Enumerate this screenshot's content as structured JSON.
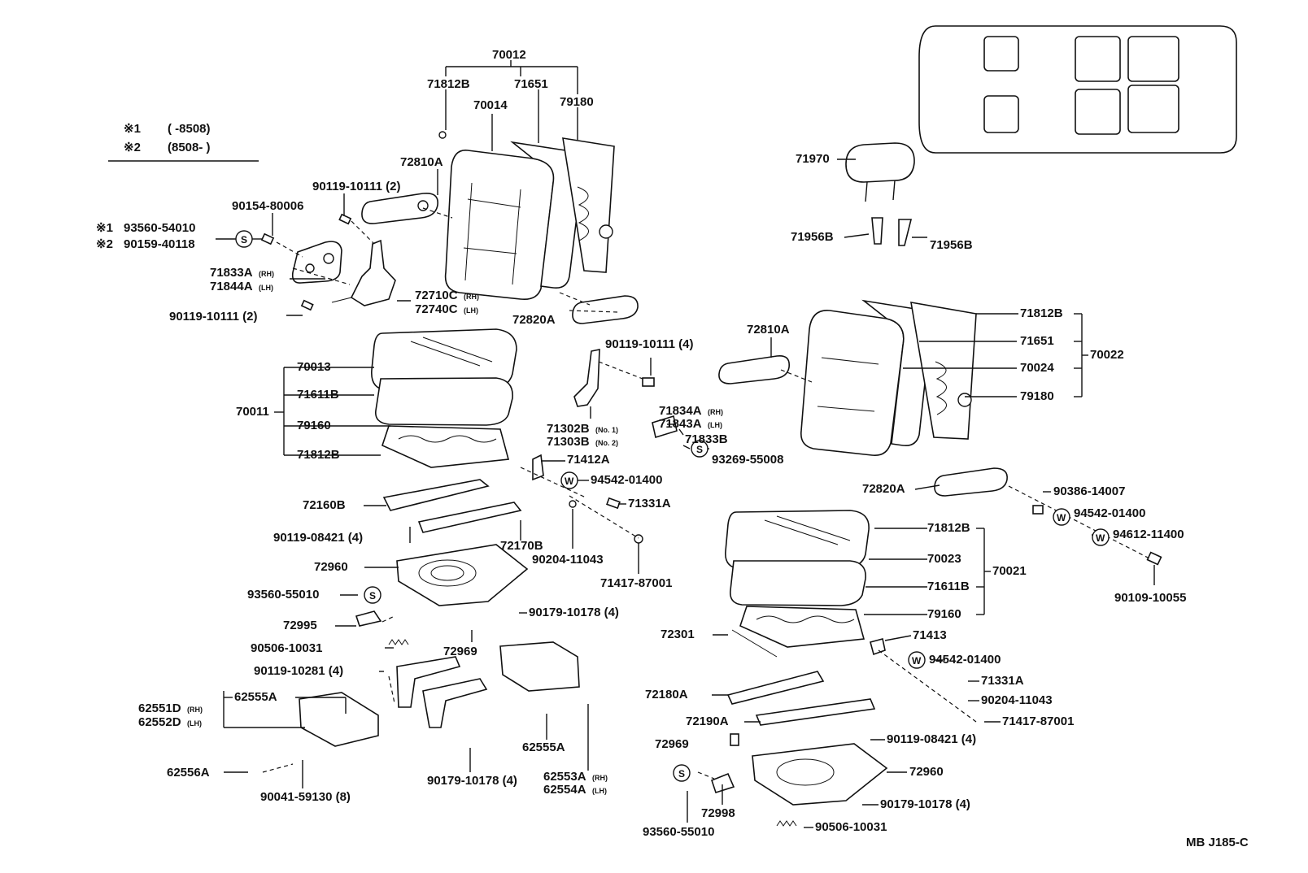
{
  "notes": {
    "n1_mark": "※1",
    "n1_text": "(      -8508)",
    "n2_mark": "※2",
    "n2_text": "(8508-        )"
  },
  "labels": {
    "l70012": "70012",
    "l71812B_a": "71812B",
    "l71651_a": "71651",
    "l79180_a": "79180",
    "l70014": "70014",
    "l72810A_a": "72810A",
    "l90119_10111_2a": "90119-10111 (2)",
    "l90154_80006": "90154-80006",
    "l93560_54010_mark": "※1",
    "l93560_54010": "93560-54010",
    "l90159_40118_mark": "※2",
    "l90159_40118": "90159-40118",
    "l71833A": "71833A",
    "l71833A_sub": "(RH)",
    "l71844A": "71844A",
    "l71844A_sub": "(LH)",
    "l72710C": "72710C",
    "l72710C_sub": "(RH)",
    "l72740C": "72740C",
    "l72740C_sub": "(LH)",
    "l90119_10111_2b": "90119-10111 (2)",
    "l72820A_a": "72820A",
    "l70013": "70013",
    "l71611B_a": "71611B",
    "l70011": "70011",
    "l79160_a": "79160",
    "l71812B_b": "71812B",
    "l90119_10111_4": "90119-10111 (4)",
    "l71302B": "71302B",
    "l71302B_sub": "(No. 1)",
    "l71303B": "71303B",
    "l71303B_sub": "(No. 2)",
    "l71834A": "71834A",
    "l71834A_sub": "(RH)",
    "l71843A": "71843A",
    "l71843A_sub": "(LH)",
    "l71833B": "71833B",
    "l93269_55008": "93269-55008",
    "l71412A": "71412A",
    "l94542_01400_a": "94542-01400",
    "l71331A_a": "71331A",
    "l72160B": "72160B",
    "l90119_08421_4a": "90119-08421 (4)",
    "l72170B": "72170B",
    "l90204_11043_a": "90204-11043",
    "l71417_87001_a": "71417-87001",
    "l72960_a": "72960",
    "l93560_55010_a": "93560-55010",
    "l90179_10178_4a": "90179-10178 (4)",
    "l72995": "72995",
    "l72969_a": "72969",
    "l90506_10031_a": "90506-10031",
    "l90119_10281_4": "90119-10281 (4)",
    "l62551D": "62551D",
    "l62551D_sub": "(RH)",
    "l62552D": "62552D",
    "l62552D_sub": "(LH)",
    "l62555A_a": "62555A",
    "l62556A": "62556A",
    "l90041_59130_8": "90041-59130 (8)",
    "l90179_10178_4b": "90179-10178 (4)",
    "l62555A_b": "62555A",
    "l62553A": "62553A",
    "l62553A_sub": "(RH)",
    "l62554A": "62554A",
    "l62554A_sub": "(LH)",
    "l71970": "71970",
    "l71956B_a": "71956B",
    "l71956B_b": "71956B",
    "l71812B_c": "71812B",
    "l71651_b": "71651",
    "l70022": "70022",
    "l70024": "70024",
    "l79180_b": "79180",
    "l72810A_b": "72810A",
    "l72820A_b": "72820A",
    "l90386_14007": "90386-14007",
    "l94542_01400_b": "94542-01400",
    "l94612_11400": "94612-11400",
    "l90109_10055": "90109-10055",
    "l71812B_d": "71812B",
    "l70023": "70023",
    "l70021": "70021",
    "l71611B_b": "71611B",
    "l79160_b": "79160",
    "l72301": "72301",
    "l71413": "71413",
    "l94542_01400_c": "94542-01400",
    "l71331A_b": "71331A",
    "l90204_11043_b": "90204-11043",
    "l71417_87001_b": "71417-87001",
    "l72180A": "72180A",
    "l72190A": "72190A",
    "l90119_08421_4b": "90119-08421 (4)",
    "l72969_b": "72969",
    "l72960_b": "72960",
    "l72998": "72998",
    "l90179_10178_4c": "90179-10178 (4)",
    "l93560_55010_b": "93560-55010",
    "l90506_10031_b": "90506-10031",
    "ref_code": "MB J185-C"
  },
  "symbols": {
    "s": "S",
    "w": "W"
  }
}
